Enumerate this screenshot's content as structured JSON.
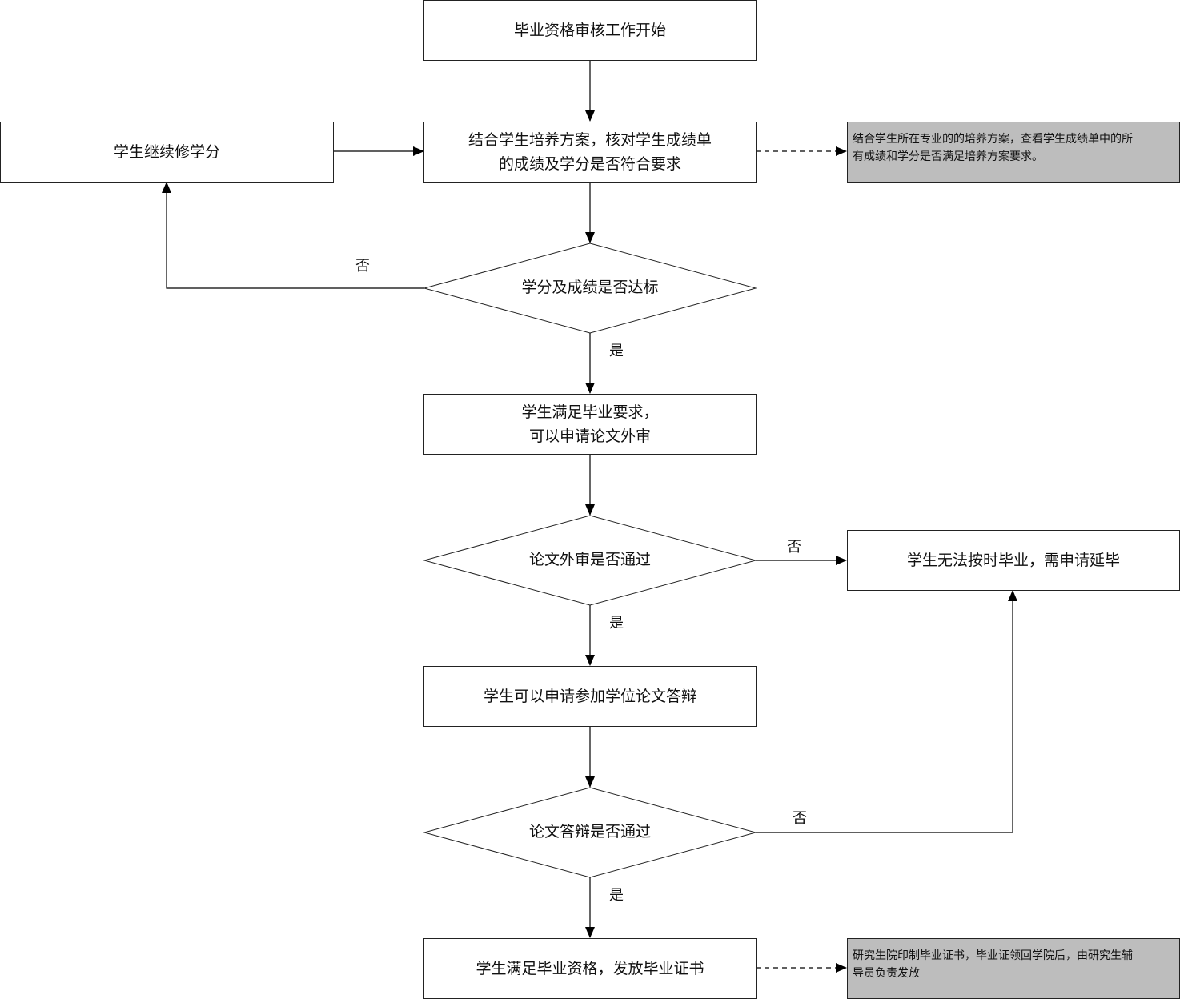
{
  "nodes": {
    "start": "毕业资格审核工作开始",
    "check_scores": "结合学生培养方案，核对学生成绩单\n的成绩及学分是否符合要求",
    "continue_credits": "学生继续修学分",
    "check_note": "结合学生所在专业的的培养方案，查看学生成绩单中的所\n有成绩和学分是否满足培养方案要求。",
    "decision_credits": "学分及成绩是否达标",
    "meets_requirements": "学生满足毕业要求，\n可以申请论文外审",
    "decision_review": "论文外审是否通过",
    "delay_graduation": "学生无法按时毕业，需申请延毕",
    "apply_defense": "学生可以申请参加学位论文答辩",
    "decision_defense": "论文答辩是否通过",
    "issue_certificate": "学生满足毕业资格，发放毕业证书",
    "certificate_note": "研究生院印制毕业证书，毕业证领回学院后，由研究生辅\n导员负责发放"
  },
  "edge_labels": {
    "credits_no": "否",
    "credits_yes": "是",
    "review_no": "否",
    "review_yes": "是",
    "defense_no": "否",
    "defense_yes": "是"
  }
}
